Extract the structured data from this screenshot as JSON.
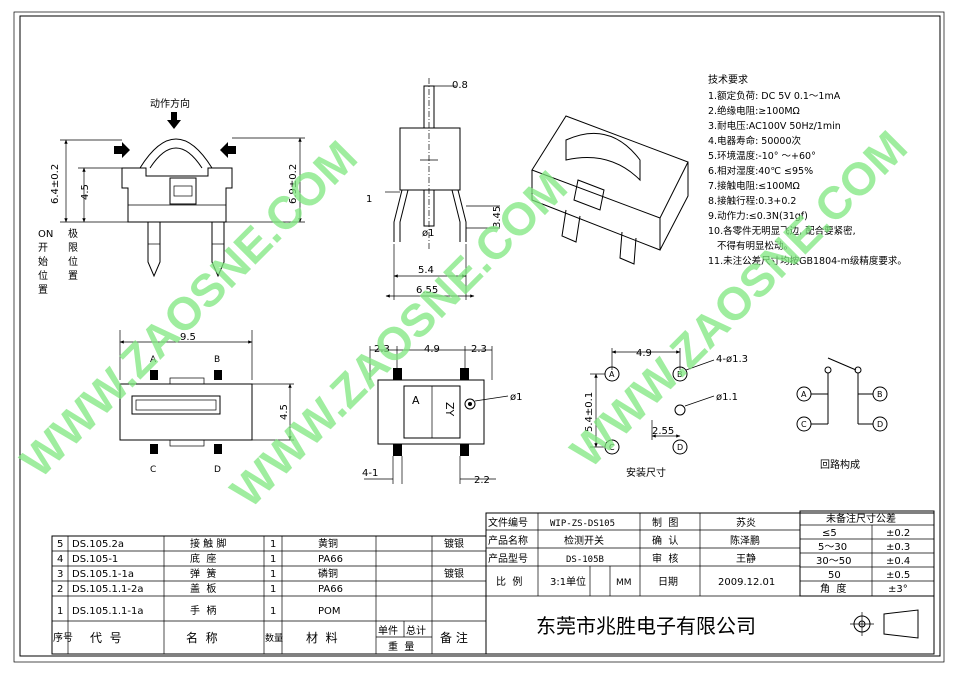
{
  "spec": {
    "title": "技术要求",
    "items": [
      "1.额定负荷: DC 5V  0.1～1mA",
      "2.绝缘电阻:≥100MΩ",
      "3.耐电压:AC100V 50Hz/1min",
      "4.电器寿命: 50000次",
      "5.环境温度:-10° ～+60°",
      "6.相对湿度:40℃  ≤95%",
      "7.接触电阻:≤100MΩ",
      "8.接触行程:0.3+0.2",
      "9.动作力:≤0.3N(31gf)",
      "10.各零件无明显飞边, 配合要紧密,",
      "   不得有明显松动。",
      "11.未注公差尺寸均按GB1804-m级精度要求。"
    ]
  },
  "front_view": {
    "action_label": "动作方向",
    "dim_left": "6.4±0.2",
    "dim_inner": "4.5",
    "dim_right": "6.9±0.2",
    "on_label": [
      "ON",
      "开",
      "始",
      "位",
      "置"
    ],
    "limit_label": [
      "极",
      "限",
      "位",
      "置"
    ]
  },
  "side_view": {
    "dim_top": "0.8",
    "dim_1": "1",
    "dim_phi": "ø1",
    "dim_345": "3.45",
    "dim_54": "5.4",
    "dim_655": "6.55"
  },
  "top_view": {
    "dim_95": "9.5",
    "dim_45": "4.5",
    "pins": [
      "A",
      "B",
      "C",
      "D"
    ]
  },
  "bottom_view": {
    "dim_a": "2.3",
    "dim_b": "4.9",
    "dim_c": "2.3",
    "dim_phi": "ø1",
    "dim_41": "4-1",
    "dim_22": "2.2",
    "marks": [
      "A",
      "ZY"
    ]
  },
  "install": {
    "dim_49": "4.9",
    "dim_holes": "4-ø1.3",
    "dim_54": "5.4±0.1",
    "dim_phi": "ø1.1",
    "dim_255": "2.55",
    "pins": [
      "A",
      "B",
      "C",
      "D"
    ],
    "label": "安装尺寸"
  },
  "circuit": {
    "pins": [
      "A",
      "B",
      "C",
      "D"
    ],
    "label": "回路构成"
  },
  "watermark": [
    "WWW.ZAOSNE.COM",
    "WWW.ZAOSNE.COM",
    "WWW.ZAOSNE.COM"
  ],
  "bom": {
    "rows": [
      {
        "no": "5",
        "code": "DS.105.2a",
        "name": "接 触 脚",
        "qty": "1",
        "material": "黄铜",
        "note": "镀银"
      },
      {
        "no": "4",
        "code": "DS.105-1",
        "name": "底  座",
        "qty": "1",
        "material": "PA66",
        "note": ""
      },
      {
        "no": "3",
        "code": "DS.105.1-1a",
        "name": "弹  簧",
        "qty": "1",
        "material": "磷铜",
        "note": "镀银"
      },
      {
        "no": "2",
        "code": "DS.105.1.1-2a",
        "name": "盖  板",
        "qty": "1",
        "material": "PA66",
        "note": ""
      },
      {
        "no": "1",
        "code": "DS.105.1.1-1a",
        "name": "手  柄",
        "qty": "1",
        "material": "POM",
        "note": ""
      }
    ],
    "header": {
      "no": "序号",
      "code": "代  号",
      "name": "名  称",
      "qty": "数量",
      "material": "材  料",
      "unit": "单件",
      "total": "总计",
      "weight": "重  量",
      "note": "备 注"
    }
  },
  "title_block": {
    "doc_no_label": "文件编号",
    "doc_no": "WIP-ZS-DS105",
    "draw_label": "制  图",
    "draw_name": "苏炎",
    "product_name_label": "产品名称",
    "product_name": "检测开关",
    "confirm_label": "确  认",
    "confirm_name": "陈泽鹏",
    "model_label": "产品型号",
    "model": "DS-105B",
    "review_label": "审  核",
    "review_name": "王静",
    "scale_label": "比  例",
    "scale": "3:1",
    "unit_label": "单位",
    "unit": "MM",
    "date_label": "日期",
    "date": "2009.12.01",
    "company": "东莞市兆胜电子有限公司"
  },
  "tolerance": {
    "title": "未备注尺寸公差",
    "rows": [
      {
        "range": "≤5",
        "tol": "±0.2"
      },
      {
        "range": "5～30",
        "tol": "±0.3"
      },
      {
        "range": "30～50",
        "tol": "±0.4"
      },
      {
        "range": "50",
        "tol": "±0.5"
      },
      {
        "range": "角  度",
        "tol": "±3°"
      }
    ]
  }
}
